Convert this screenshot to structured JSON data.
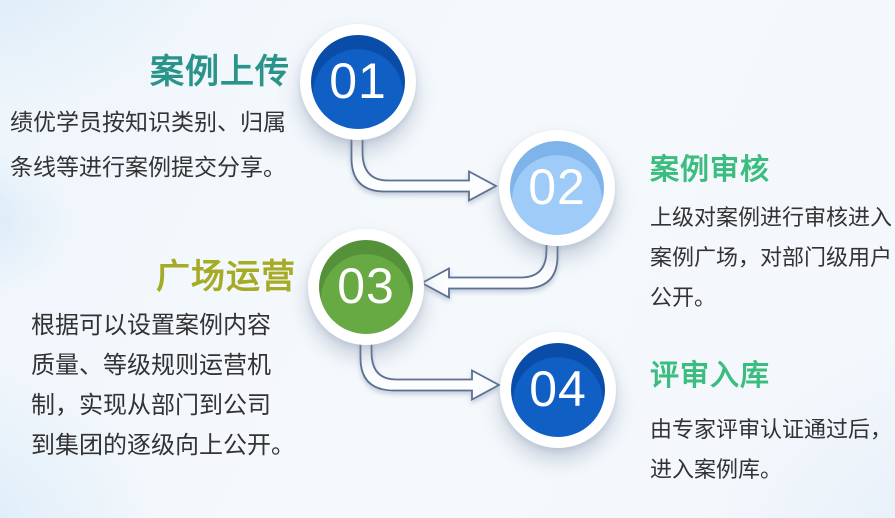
{
  "diagram": {
    "steps": [
      {
        "number": "01",
        "title": "案例上传",
        "description": "绩优学员按知识类别、归属\n条线等进行案例提交分享。",
        "title_color": "#2b948a",
        "circle_color": "#0f5fc4",
        "circle_shade": "#0a4da9",
        "number_color": "#ffffff",
        "side": "left"
      },
      {
        "number": "02",
        "title": "案例审核",
        "description": "上级对案例进行审核进入\n案例广场，对部门级用户\n公开。",
        "title_color": "#3cbd80",
        "circle_color": "#9ecbf7",
        "circle_shade": "#7fb4ea",
        "number_color": "#ffffff",
        "side": "right"
      },
      {
        "number": "03",
        "title": "广场运营",
        "description": "根据可以设置案例内容\n质量、等级规则运营机\n制，实现从部门到公司\n到集团的逐级向上公开。",
        "title_color": "#a6ab25",
        "circle_color": "#67a943",
        "circle_shade": "#559138",
        "number_color": "#ffffff",
        "side": "left"
      },
      {
        "number": "04",
        "title": "评审入库",
        "description": "由专家评审认证通过后，\n进入案例库。",
        "title_color": "#3cbd80",
        "circle_color": "#0f5fc4",
        "circle_shade": "#0a4da9",
        "number_color": "#ffffff",
        "side": "right"
      }
    ],
    "connector": {
      "outline_color": "#5d7092",
      "fill_color": "#fbfdfe"
    },
    "text_color": "#333333",
    "background": {
      "base": "#f3f8fc",
      "tint": "#d9eaf8"
    }
  }
}
